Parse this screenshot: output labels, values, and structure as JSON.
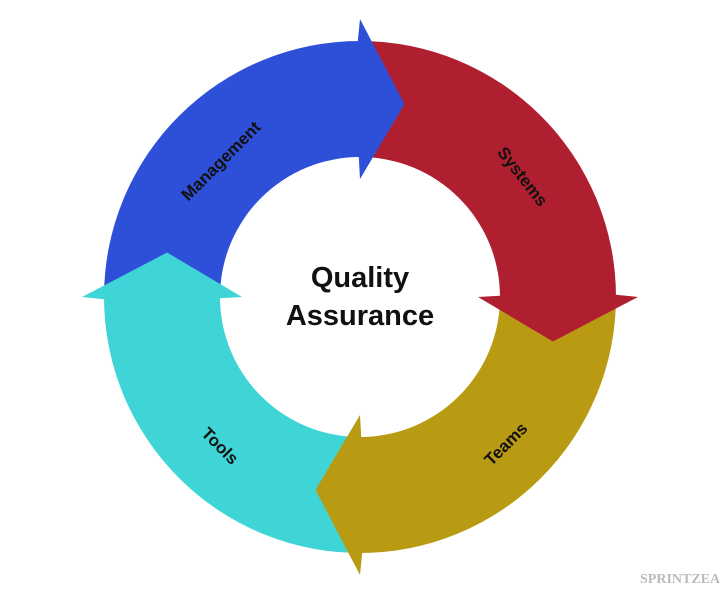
{
  "center": {
    "line1": "Quality",
    "line2": "Assurance"
  },
  "segments": [
    {
      "label": "Management",
      "color": "#2e4fd8"
    },
    {
      "label": "Systems",
      "color": "#b01f30"
    },
    {
      "label": "Teams",
      "color": "#b89b12"
    },
    {
      "label": "Tools",
      "color": "#3fd5d6"
    }
  ],
  "watermark": "SPRINTZEAL"
}
